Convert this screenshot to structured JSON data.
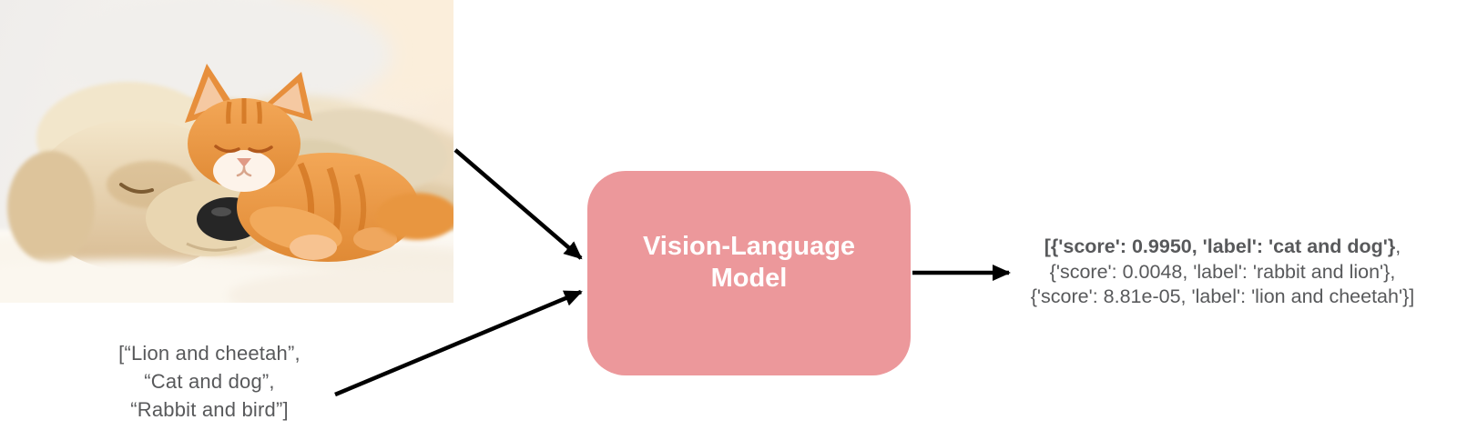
{
  "photo": {
    "name": "sleeping-puppy-and-kitten-photo"
  },
  "input_labels": {
    "lines": [
      "[“Lion and cheetah”,",
      "“Cat and dog”,",
      "“Rabbit and bird”]"
    ]
  },
  "model": {
    "name": "Vision-Language\nModel"
  },
  "output": {
    "line1_bold": "[{'score': 0.9950, 'label': 'cat and dog'}",
    "line1_rest": ",",
    "line2": "{'score': 0.0048, 'label': 'rabbit and lion'},",
    "line3": "{'score': 8.81e-05, 'label': 'lion and cheetah'}]"
  },
  "colors": {
    "model_box": "#EC989B",
    "model_text": "#FFFFFF",
    "text_gray": "#58595B",
    "arrow": "#000000"
  }
}
